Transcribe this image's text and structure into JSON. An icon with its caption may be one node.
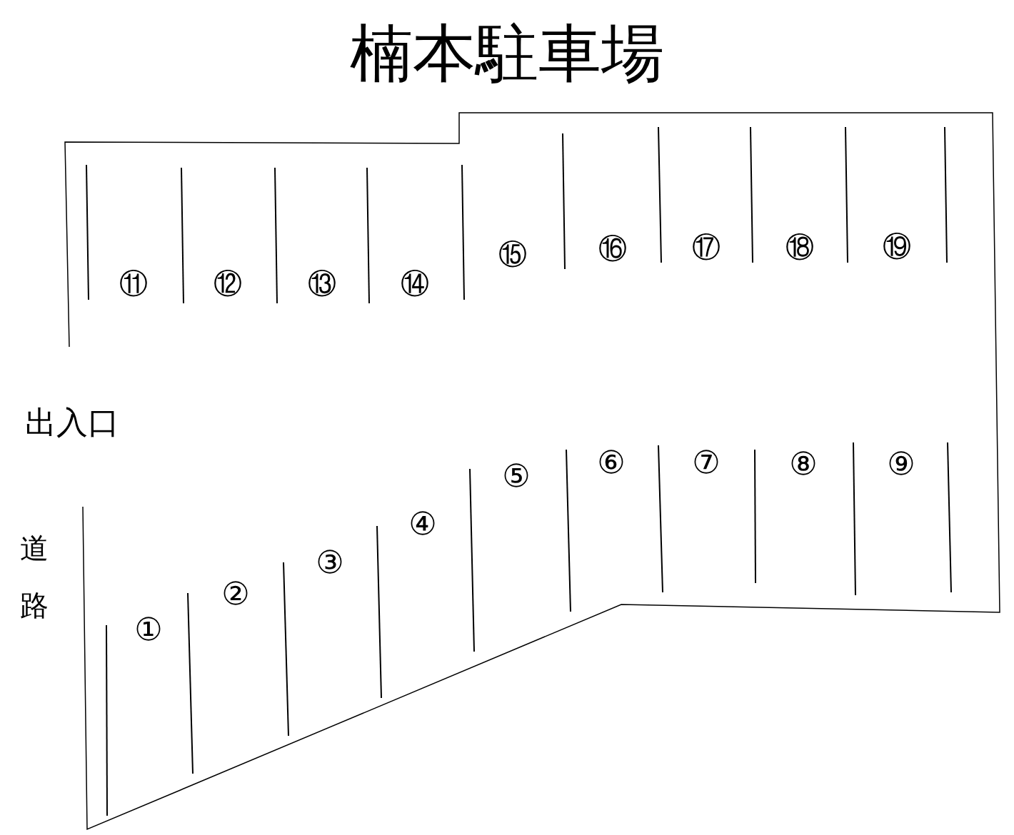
{
  "diagram": {
    "title": "楠本駐車場",
    "labels": [
      "⑪",
      "⑫",
      "⑬",
      "⑭",
      "⑮",
      "⑯",
      "⑰",
      "⑱",
      "⑲",
      "出入口",
      "①",
      "②",
      "③",
      "④",
      "⑤",
      "⑥",
      "⑦",
      "⑧",
      "⑨",
      "道路"
    ]
  }
}
